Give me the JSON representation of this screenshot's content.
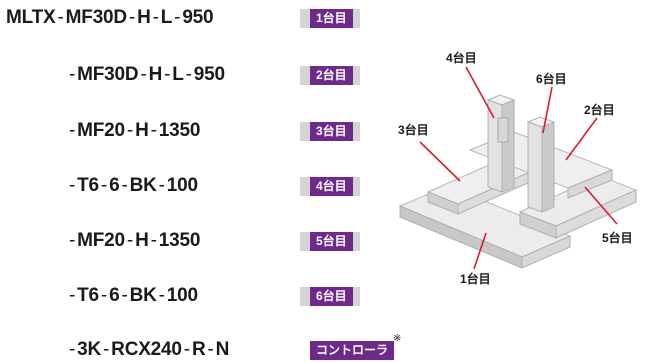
{
  "rows": [
    {
      "prefix": "MLTX",
      "code": [
        "MF30D",
        "H",
        "L",
        "950"
      ],
      "tag": "1台目"
    },
    {
      "prefix": "",
      "code": [
        "MF30D",
        "H",
        "L",
        "950"
      ],
      "tag": "2台目"
    },
    {
      "prefix": "",
      "code": [
        "MF20",
        "H",
        "1350"
      ],
      "tag": "3台目"
    },
    {
      "prefix": "",
      "code": [
        "T6",
        "6",
        "BK",
        "100"
      ],
      "tag": "4台目"
    },
    {
      "prefix": "",
      "code": [
        "MF20",
        "H",
        "1350"
      ],
      "tag": "5台目"
    },
    {
      "prefix": "",
      "code": [
        "T6",
        "6",
        "BK",
        "100"
      ],
      "tag": "6台目"
    },
    {
      "prefix": "",
      "code": [
        "3K",
        "RCX240",
        "R",
        "N"
      ],
      "tag": "コントローラ"
    }
  ],
  "separator": "-",
  "note_mark": "※",
  "diagram": {
    "labels": {
      "unit1": "1台目",
      "unit2": "2台目",
      "unit3": "3台目",
      "unit4": "4台目",
      "unit5": "5台目",
      "unit6": "6台目"
    },
    "colors": {
      "callout_line": "#e0192c",
      "tag_bg": "#6d2a8a"
    }
  }
}
